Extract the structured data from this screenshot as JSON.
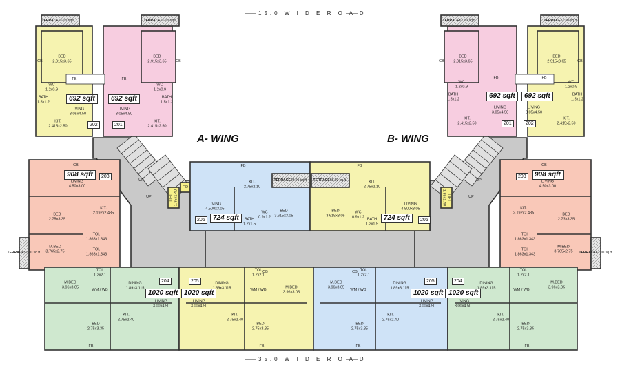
{
  "roads": {
    "top": "15.0  W I D E   R O A D",
    "bottom": "35.0  W I D E   R O A D"
  },
  "wings": {
    "a": "A- WING",
    "b": "B- WING"
  },
  "areas": {
    "s692": "692 sqft",
    "s908": "908 sqft",
    "s724": "724 sqft",
    "s1020": "1020 sqft"
  },
  "units": {
    "u201": "201",
    "u202": "202",
    "u203": "203",
    "u204": "204",
    "u205": "205",
    "u206": "206"
  },
  "rooms": {
    "bed": "BED",
    "mbed": "M.BED",
    "living": "LIVING",
    "kit": "KIT.",
    "dining": "DINING",
    "toi": "TOI.",
    "wc": "WC",
    "bath": "BATH",
    "wmwb": "WM / WB",
    "up": "UP",
    "lift": "LIFT",
    "fd": "F.D",
    "cb": "CB",
    "fb": "FB",
    "terrace": "TERRACE"
  },
  "dims": {
    "bed_2915": "2.915x3.65",
    "liv_305": "3.05x4.50",
    "kit_2415": "2.415x2.50",
    "wc": "1.2x0.9",
    "bath": "1.5x1.2",
    "terr_61": "61.00 sq.ft.",
    "liv_450": "4.50x3.00",
    "kit_2192": "2.192x2.485",
    "bed_275335": "2.75x3.35",
    "toi": "1.863x1.343",
    "mbed_3765": "3.765x2.75",
    "terr_57": "57.00 sq.ft.",
    "terr_67": "67.00 sq.ft.",
    "kit_275210": "2.75x2.10",
    "liv_4500": "4.500x3.05",
    "bed_3615": "3.615x3.05",
    "wc2": "0.9x1.2",
    "bath2": "1.2x1.5",
    "terr_98": "98.00 sq.ft.",
    "mbed_396": "3.96x3.05",
    "toi2": "1.2x2.1",
    "dining": "1.89x3.115",
    "liv_300": "3.00x4.50",
    "kit_275240": "2.75x2.40",
    "lift": "1.85x1.40"
  }
}
